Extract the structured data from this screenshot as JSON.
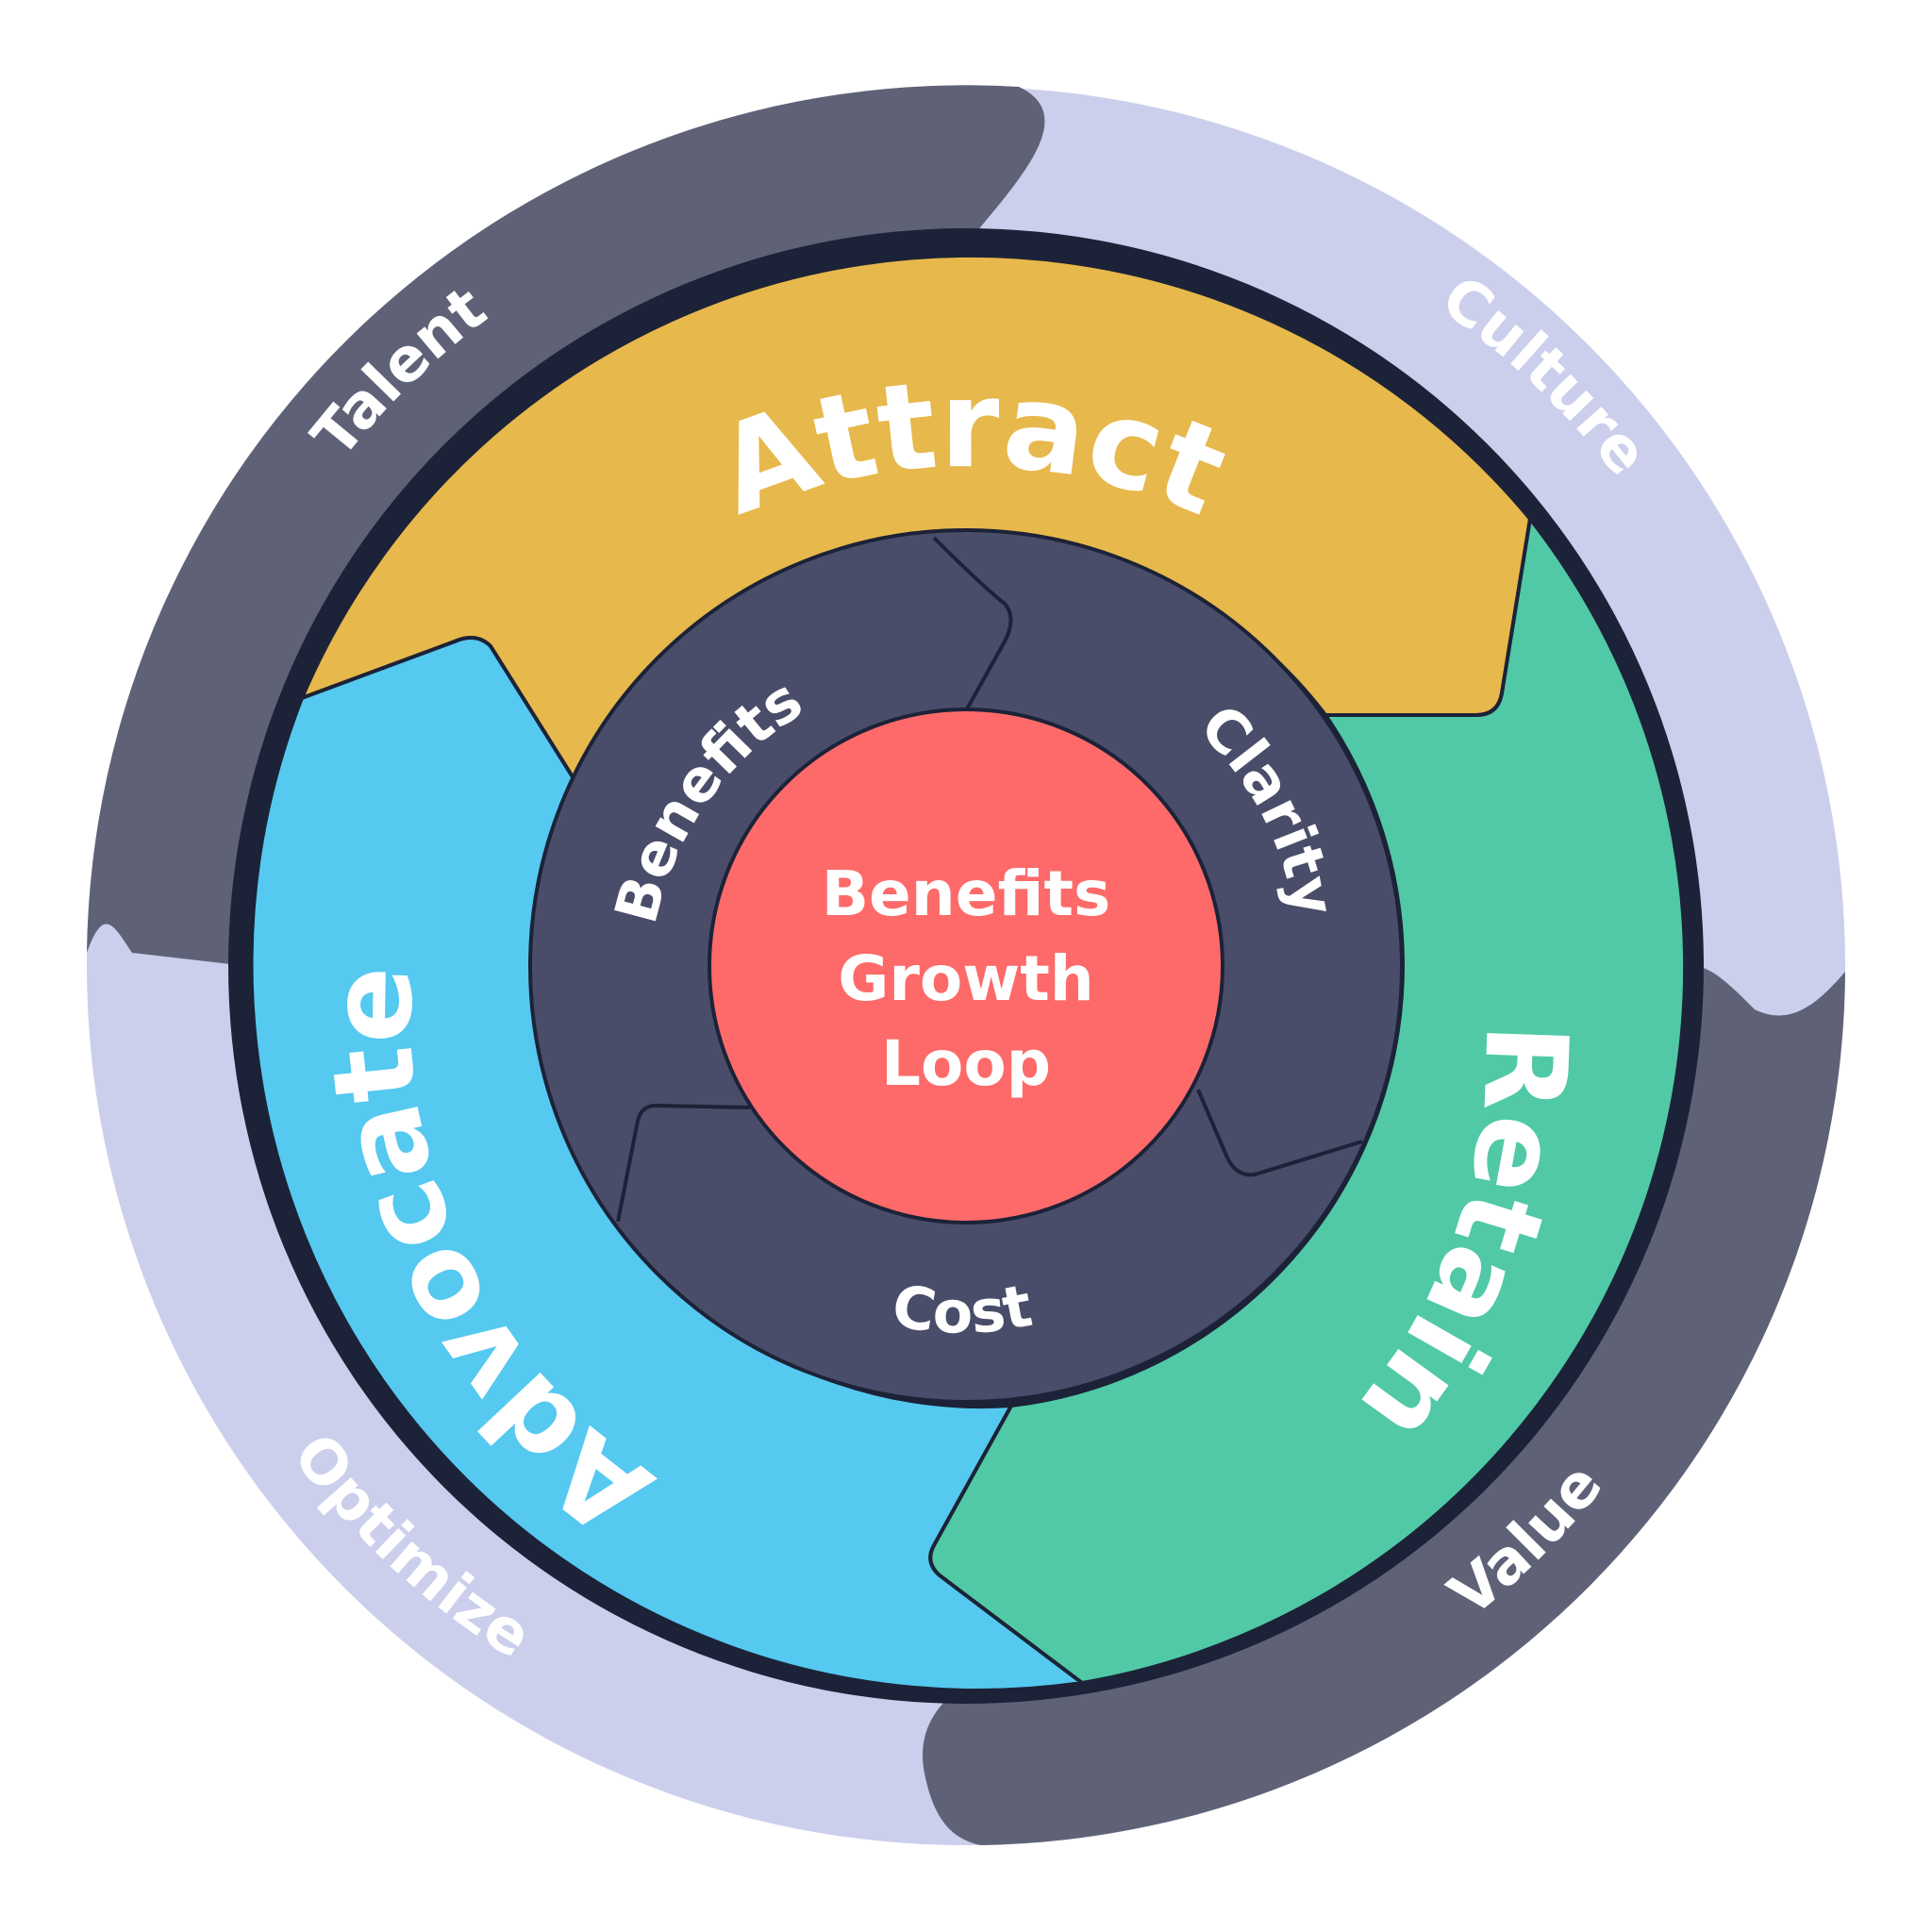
{
  "colors": {
    "outer_dark": "#5f6277",
    "outer_light": "#cbcfec",
    "attract": "#e7b84b",
    "retain": "#51c9a6",
    "advocate": "#55c9f0",
    "hub": "#494d69",
    "center": "#fd6a69",
    "stroke": "#1c2237"
  },
  "outer_ring": {
    "talent": "Talent",
    "culture": "Culture",
    "value": "Value",
    "optimize": "Optimize"
  },
  "stages": {
    "attract": "Attract",
    "retain": "Retain",
    "advocate": "Advocate"
  },
  "hub": {
    "benefits": "Benefits",
    "clarity": "Clarity",
    "cost": "Cost"
  },
  "center": {
    "line1": "Benefits",
    "line2": "Growth",
    "line3": "Loop"
  }
}
